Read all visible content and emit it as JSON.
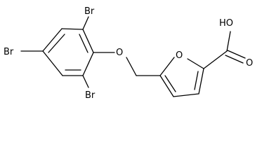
{
  "molecule": {
    "atoms": {
      "br_top": "Br",
      "br_left": "Br",
      "br_bottom": "Br",
      "ether_o": "O",
      "furan_o": "O",
      "acid_oh": "HO",
      "acid_o": "O"
    }
  }
}
